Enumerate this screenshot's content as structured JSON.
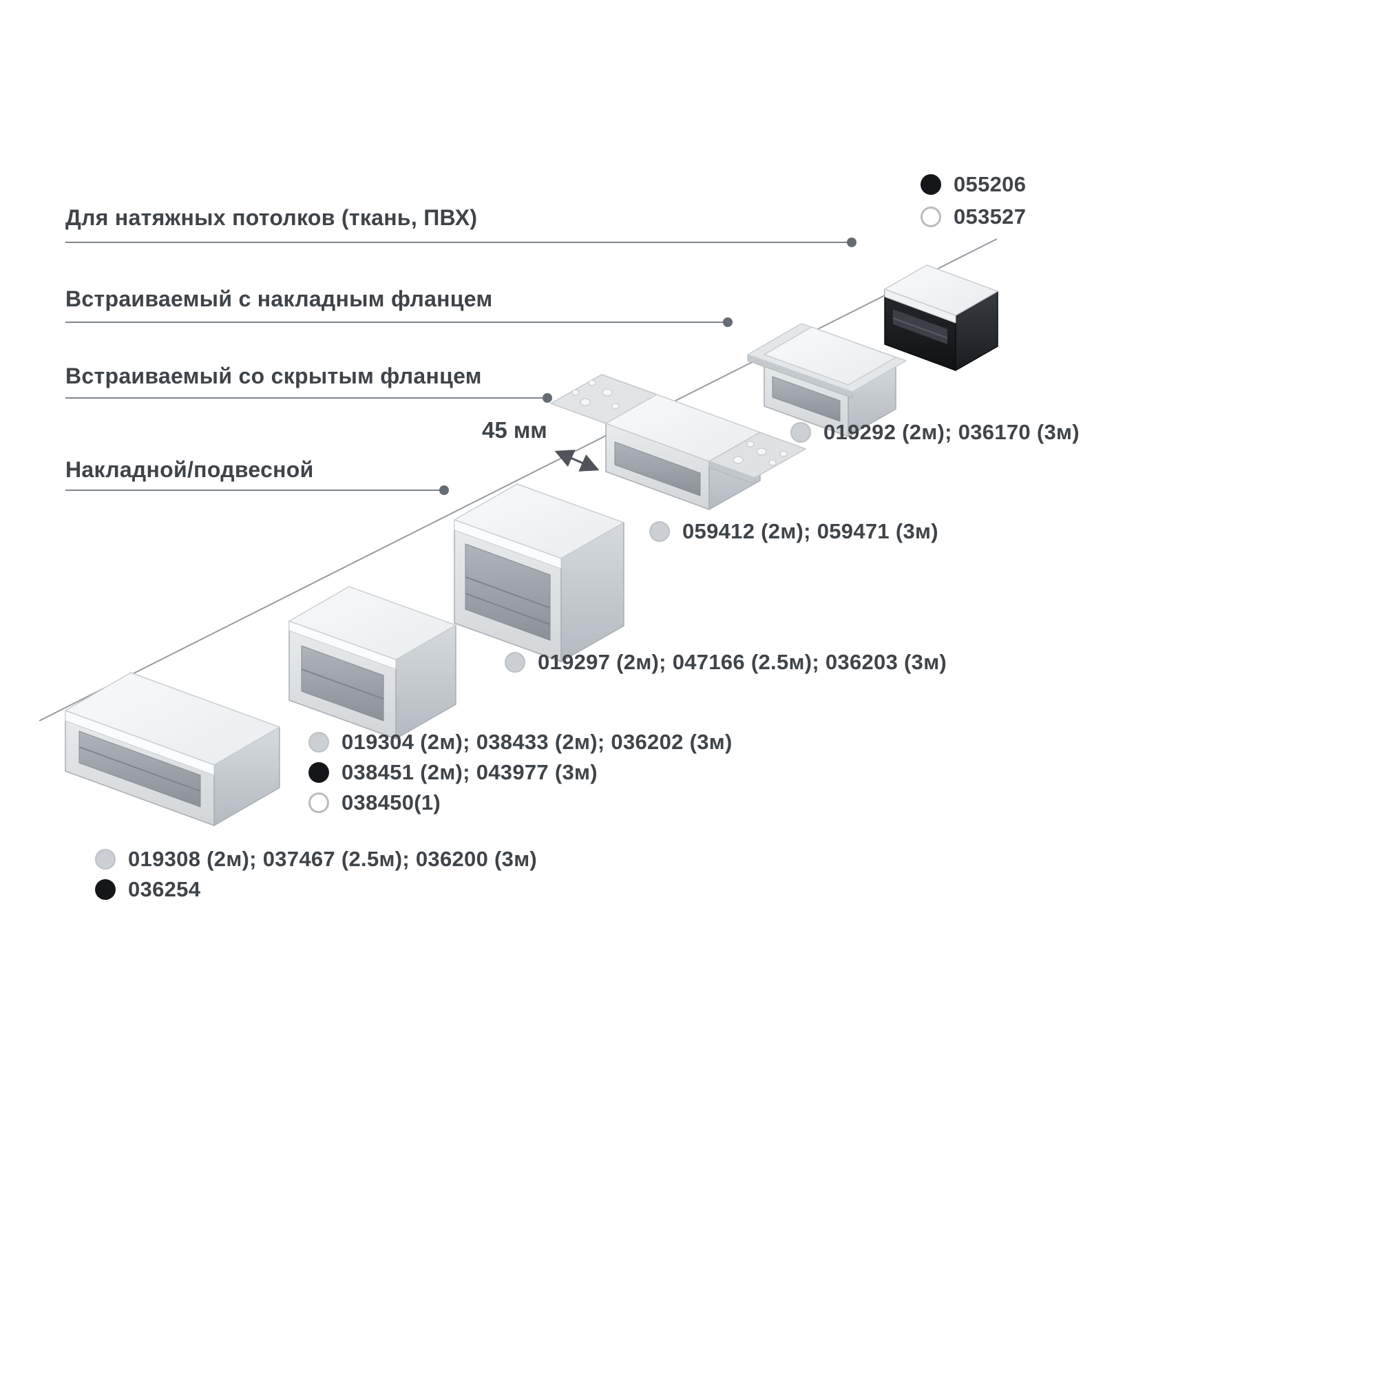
{
  "colors": {
    "text": "#3e4449",
    "leader_line": "#7e858c",
    "baseline": "#959ba2",
    "bullet_gray": "#ccd0d4",
    "bullet_black": "#141619",
    "bullet_white": "#ffffff",
    "aluminum_light": "#f3f5f6",
    "aluminum_mid": "#d6dadd",
    "aluminum_dark": "#8d9399",
    "black_profile": "#17191c"
  },
  "legend": {
    "items": [
      {
        "bullet": "black",
        "code": "055206"
      },
      {
        "bullet": "white",
        "code": "053527"
      }
    ]
  },
  "categories": [
    {
      "label": "Для натяжных потолков (ткань, ПВХ)"
    },
    {
      "label": "Встраиваемый с накладным фланцем"
    },
    {
      "label": "Встраиваемый со скрытым фланцем"
    },
    {
      "label": "Накладной/подвесной"
    }
  ],
  "dimension_label": "45 мм",
  "product_groups": [
    {
      "bullet": "gray",
      "codes": "019292 (2м); 036170 (3м)"
    },
    {
      "bullet": "gray",
      "codes": "059412 (2м); 059471 (3м)"
    },
    {
      "bullet": "gray",
      "codes": "019297 (2м); 047166 (2.5м); 036203 (3м)"
    },
    {
      "bullet": "gray",
      "codes": "019304 (2м); 038433 (2м); 036202 (3м)"
    },
    {
      "bullet": "black",
      "codes": "038451 (2м); 043977 (3м)"
    },
    {
      "bullet": "white",
      "codes": "038450(1)"
    },
    {
      "bullet": "gray",
      "codes": "019308 (2м); 037467 (2.5м); 036200 (3м)"
    },
    {
      "bullet": "black",
      "codes": "036254"
    }
  ]
}
